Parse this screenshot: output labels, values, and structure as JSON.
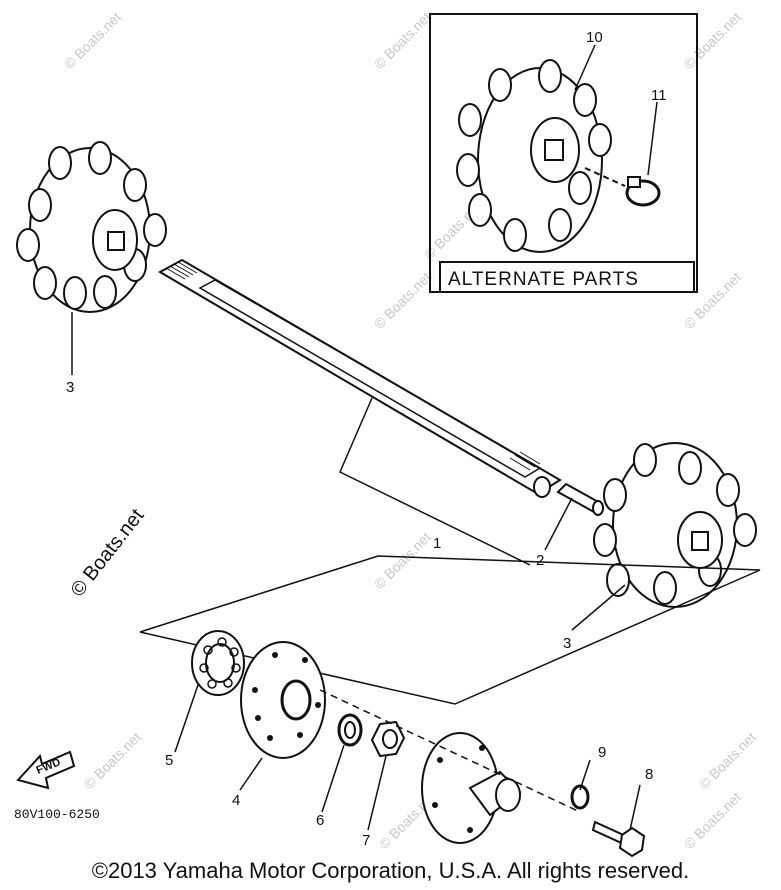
{
  "diagram": {
    "inset_label": "ALTERNATE PARTS",
    "part_code": "80V100-6250",
    "fwd_arrow_label": "FWD",
    "side_watermark": "© Boats.net",
    "watermark": "© Boats.net",
    "callouts": [
      "1",
      "2",
      "3",
      "3",
      "4",
      "5",
      "6",
      "7",
      "8",
      "9",
      "10",
      "11"
    ]
  },
  "footer": {
    "copyright": "©2013 Yamaha Motor Corporation, U.S.A. All rights reserved."
  }
}
